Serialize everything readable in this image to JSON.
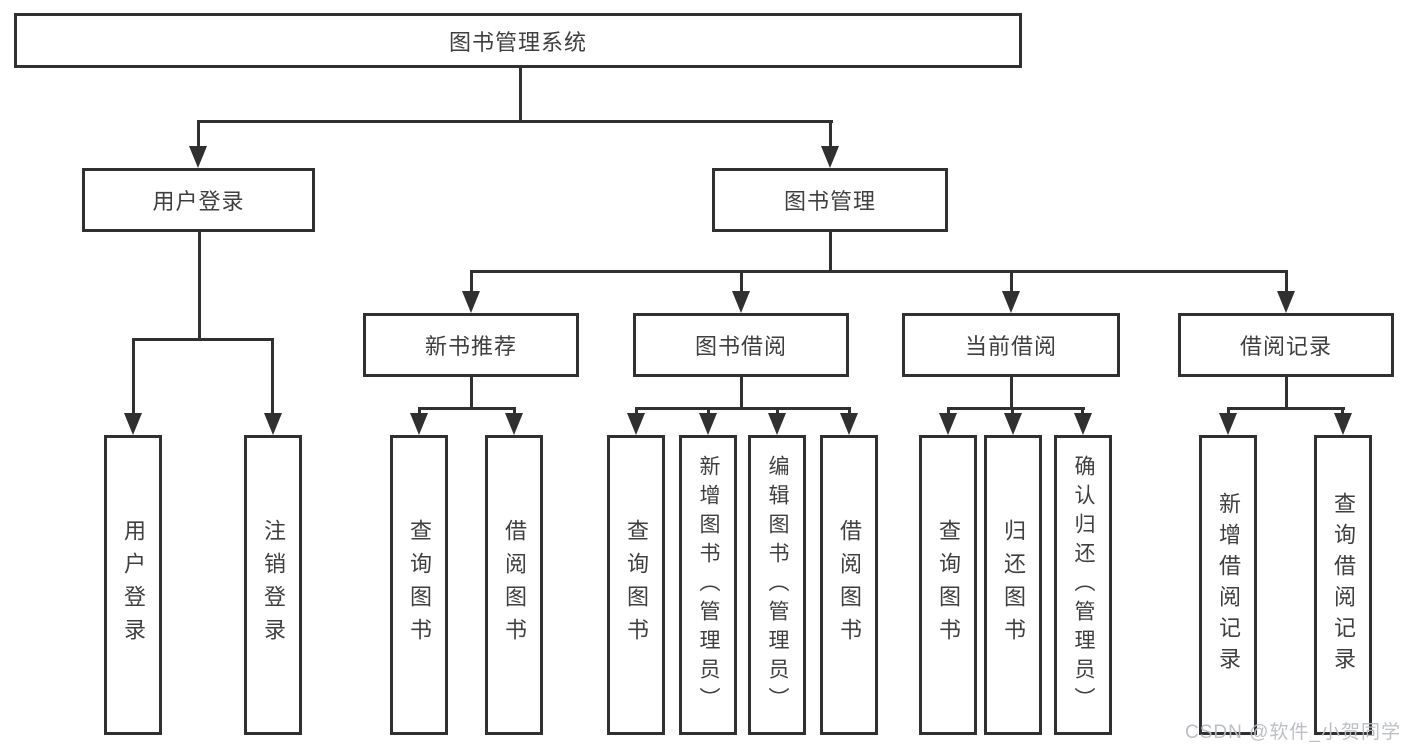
{
  "tree": {
    "label": "图书管理系统",
    "children": [
      {
        "label": "用户登录",
        "children": [
          {
            "label": "用户登录"
          },
          {
            "label": "注销登录"
          }
        ]
      },
      {
        "label": "图书管理",
        "children": [
          {
            "label": "新书推荐",
            "children": [
              {
                "label": "查询图书"
              },
              {
                "label": "借阅图书"
              }
            ]
          },
          {
            "label": "图书借阅",
            "children": [
              {
                "label": "查询图书"
              },
              {
                "label": "新增图书（管理员）"
              },
              {
                "label": "编辑图书（管理员）"
              },
              {
                "label": "借阅图书"
              }
            ]
          },
          {
            "label": "当前借阅",
            "children": [
              {
                "label": "查询图书"
              },
              {
                "label": "归还图书"
              },
              {
                "label": "确认归还（管理员）"
              }
            ]
          },
          {
            "label": "借阅记录",
            "children": [
              {
                "label": "新增借阅记录"
              },
              {
                "label": "查询借阅记录"
              }
            ]
          }
        ]
      }
    ]
  },
  "watermark": "CSDN @软件_小贺同学",
  "colors": {
    "line": "#303030",
    "text": "#3f3f3f",
    "watermark": "#b9bdc3",
    "background": "#ffffff"
  }
}
